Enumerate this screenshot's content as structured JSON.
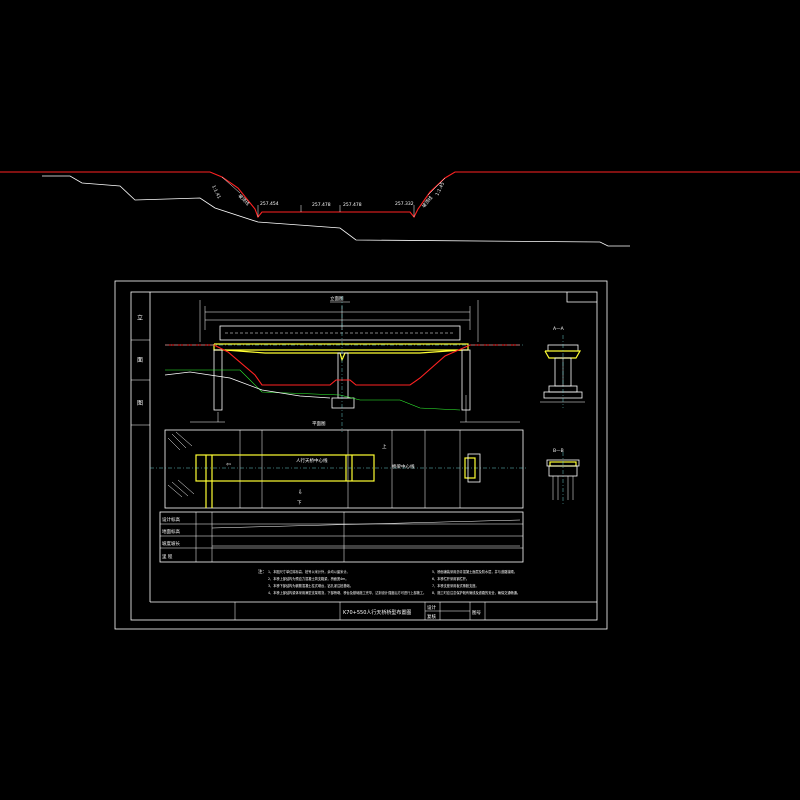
{
  "profile": {
    "slope_left": "1:1.41",
    "slope_left_label": "坡顶线",
    "slope_right": "1:1.45",
    "slope_right_label": "坡顶线",
    "elev_1": "257.454",
    "elev_2": "257.478",
    "elev_3": "257.478",
    "elev_4": "257.332"
  },
  "drawing": {
    "side_labels": [
      "立",
      "面",
      "图"
    ],
    "elevation_header": "立面图",
    "section_a_label": "A—A",
    "section_b_label": "B—B",
    "plan_header": "平面图",
    "plan_text_1": "人行天桥中心线",
    "plan_text_2": "桥梁中心线",
    "plan_arrow_left": "⇦",
    "plan_arrow_down": "⇩",
    "plan_label_down": "下",
    "plan_label_up": "上",
    "table_rows": [
      "设计标高",
      "地面标高",
      "坡度坡长",
      "里  程"
    ],
    "notes_title": "注：",
    "notes_left": [
      "1、本图尺寸单位除标高、桩号以米计外，余均以厘米计。",
      "2、本桥上部结构为预应力混凝土简支箱梁，桥面宽4m。",
      "3、本桥下部结构为钢筋混凝土柱式墩台，钻孔灌注桩基础。",
      "4、本桥上部结构梁体采用满堂支架现浇，下部桥墩、桥台及基础施工完毕，达到设计强度后方可进行上部施工。"
    ],
    "notes_right": [
      "5、桥面铺装采用沥青混凝土面层及防水层，并与道路接顺。",
      "6、本桥栏杆采用钢栏杆。",
      "7、本桥支座采用板式橡胶支座。",
      "8、施工时应注意保护既有管线及道路的安全，确保交通畅通。"
    ],
    "title_block": {
      "title": "K70+550人行天桥桥型布置图",
      "designer_label": "设计",
      "reviewer_label": "复核",
      "drawing_no_label": "图号"
    }
  }
}
